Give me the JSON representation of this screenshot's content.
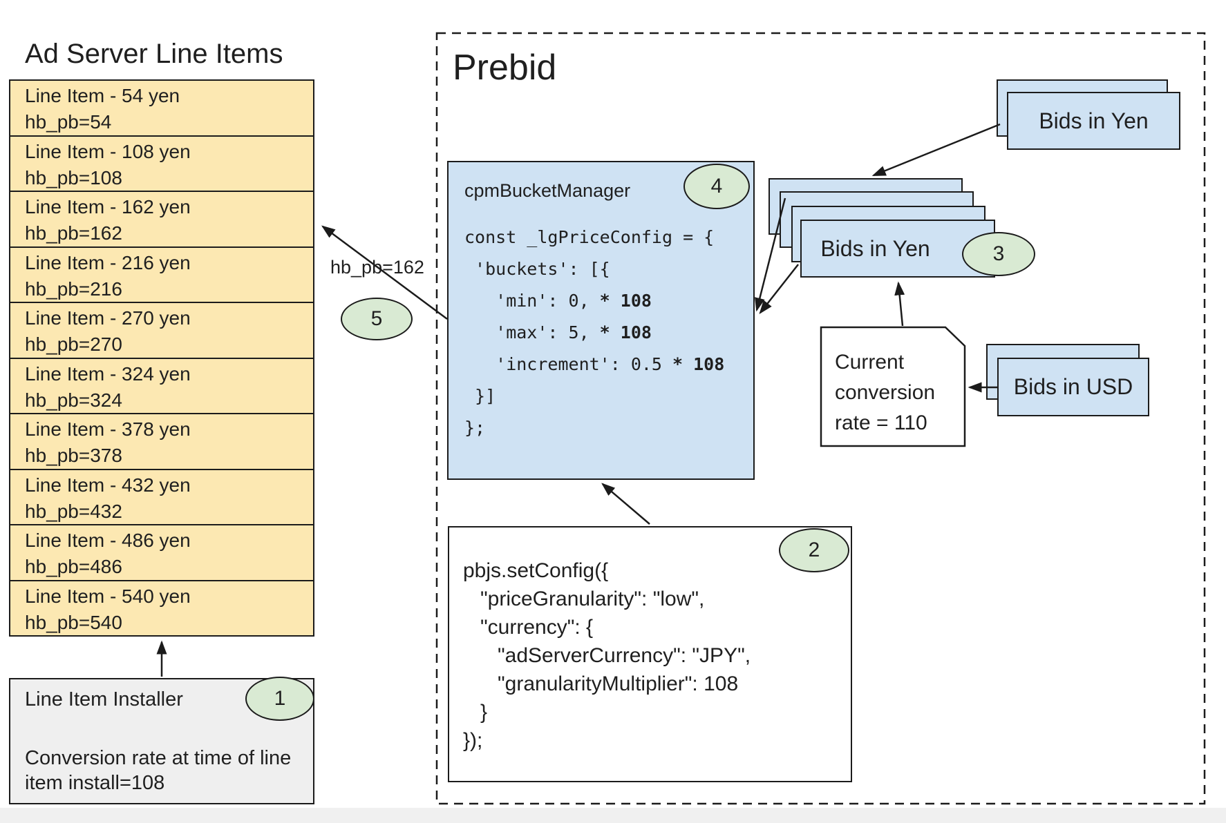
{
  "colors": {
    "line_item_fill": "#fce8b2",
    "code_fill": "#cfe2f3",
    "badge_fill": "#d9ead3",
    "installer_fill": "#efefef",
    "border": "#1b1b1b"
  },
  "ad_server": {
    "title": "Ad Server Line Items",
    "line_items": [
      {
        "label": "Line Item - 54 yen",
        "hb": "hb_pb=54"
      },
      {
        "label": "Line Item - 108 yen",
        "hb": "hb_pb=108"
      },
      {
        "label": "Line Item - 162 yen",
        "hb": "hb_pb=162"
      },
      {
        "label": "Line Item - 216 yen",
        "hb": "hb_pb=216"
      },
      {
        "label": "Line Item - 270 yen",
        "hb": "hb_pb=270"
      },
      {
        "label": "Line Item - 324 yen",
        "hb": "hb_pb=324"
      },
      {
        "label": "Line Item - 378 yen",
        "hb": "hb_pb=378"
      },
      {
        "label": "Line Item - 432 yen",
        "hb": "hb_pb=432"
      },
      {
        "label": "Line Item - 486 yen",
        "hb": "hb_pb=486"
      },
      {
        "label": "Line Item - 540 yen",
        "hb": "hb_pb=540"
      }
    ],
    "installer": {
      "title": "Line Item Installer",
      "badge": "1",
      "body": "Conversion rate at time of line item install=108"
    }
  },
  "prebid": {
    "title": "Prebid",
    "cpm_bucket_manager": {
      "title": "cpmBucketManager",
      "badge": "4",
      "bold_token": "* 108",
      "code_lines": [
        "const _lgPriceConfig = {",
        " 'buckets': [{",
        "   'min': 0, * 108",
        "   'max': 5, * 108",
        "   'increment': 0.5 * 108",
        " }]",
        "};"
      ]
    },
    "set_config": {
      "badge": "2",
      "code_lines": [
        "pbjs.setConfig({",
        "   \"priceGranularity\": \"low\",",
        "   \"currency\": {",
        "      \"adServerCurrency\": \"JPY\",",
        "      \"granularityMultiplier\": 108",
        "   }",
        "});"
      ]
    },
    "bids_in_yen_top": "Bids in Yen",
    "bids_in_yen_stack": {
      "label": "Bids in Yen",
      "badge": "3"
    },
    "bids_in_usd": "Bids in USD",
    "conversion_note": "Current conversion rate = 110",
    "edge_label": "hb_pb=162",
    "badge_5": "5"
  }
}
